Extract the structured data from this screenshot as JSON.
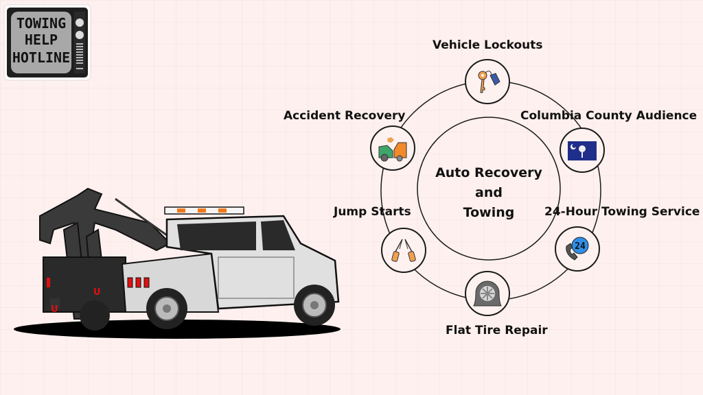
{
  "logo": {
    "lines": [
      "TOWING",
      "HELP",
      "HOTLINE"
    ]
  },
  "diagram": {
    "center_title": [
      "Auto Recovery",
      "and",
      "Towing"
    ],
    "nodes": [
      {
        "label": "Vehicle Lockouts",
        "icon": "keys-icon"
      },
      {
        "label": "Columbia County Audience",
        "icon": "south-carolina-flag-icon"
      },
      {
        "label": "24-Hour Towing Service",
        "icon": "phone-24-icon"
      },
      {
        "label": "Flat Tire Repair",
        "icon": "flat-tire-icon"
      },
      {
        "label": "Jump Starts",
        "icon": "jumper-cables-icon"
      },
      {
        "label": "Accident Recovery",
        "icon": "car-crash-icon"
      }
    ]
  },
  "colors": {
    "background": "#fdf0ee",
    "key": "#f0a050",
    "tag": "#3d5aa8",
    "flag": "#1f2e8a",
    "phone_badge": "#2f8fe8",
    "crash_car_green": "#3fa66a",
    "crash_car_orange": "#f08a2a",
    "tail_light": "#e01010",
    "light_bar": "#f07a1a"
  }
}
